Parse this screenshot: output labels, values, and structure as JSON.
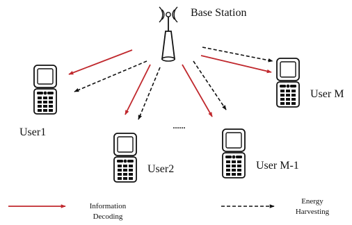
{
  "base_station": {
    "label": "Base Station"
  },
  "users": {
    "user1": "User1",
    "user2": "User2",
    "user_m1": "User  M-1",
    "user_m": "User  M"
  },
  "ellipsis": "......",
  "legend": {
    "info_line1": "Information",
    "info_line2": "Decoding",
    "energy_line1": "Energy",
    "energy_line2": "Harvesting"
  },
  "colors": {
    "information_arrow": "#c0282d",
    "energy_arrow": "#111111"
  },
  "icons": {
    "base_station": "antenna-tower-icon",
    "user_device": "flip-phone-icon"
  }
}
